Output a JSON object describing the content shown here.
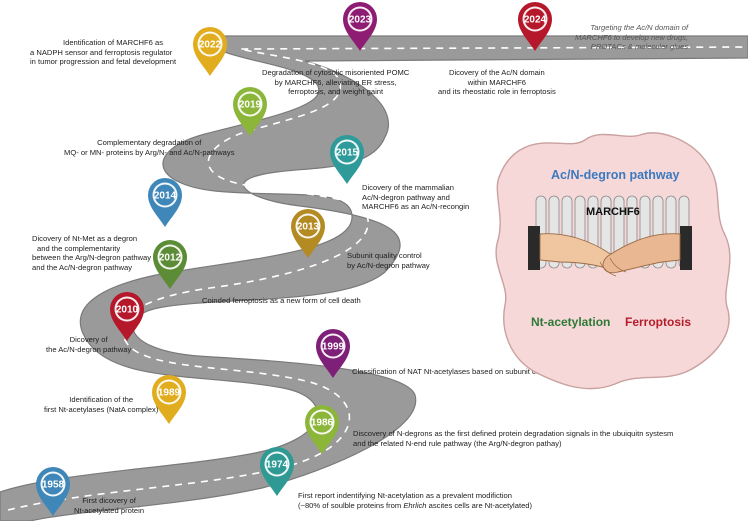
{
  "future_note": [
    "Targeting the Ac/N domain of",
    "MARCHF6 to develop new drugs,",
    "PROTACs & moleculer glues"
  ],
  "milestones": [
    {
      "year": "2024",
      "color": "#b5172b",
      "text": [
        "Dicovery of the Ac/N domain",
        "within MARCHF6",
        "and its rheostatic role in ferroptosis"
      ]
    },
    {
      "year": "2023",
      "color": "#8e1c72",
      "text": [
        "Degradation of cytosolic misoriented POMC",
        "by MARCHF6, alleviating ER stress,",
        "ferroptosis, and weight gaint"
      ]
    },
    {
      "year": "2022",
      "color": "#e1ac1d",
      "text": [
        "Identification of MARCHF6 as",
        "a NADPH sensor and ferroptosis regulator",
        "in tumor progression and fetal development"
      ]
    },
    {
      "year": "2019",
      "color": "#8bb63a",
      "text": [
        "Complementary degradation of",
        "MQ- or MN- proteins by Arg/N- and Ac/N-pathways"
      ]
    },
    {
      "year": "2015",
      "color": "#2f9a9a",
      "text": [
        "Dicovery of the mammalian",
        "Ac/N-degron pathway and",
        "MARCHF6 as an Ac/N-recongin"
      ]
    },
    {
      "year": "2014",
      "color": "#3f87b8",
      "text": [
        "Dicovery of Nt-Met as a degron",
        "and the complementarity",
        "between the Arg/N-degron pathway",
        "and the Ac/N-degron pathway"
      ]
    },
    {
      "year": "2013",
      "color": "#b48a22",
      "text": [
        "Subunit quality control",
        "by Ac/N-degron pathway"
      ]
    },
    {
      "year": "2012",
      "color": "#5c8c35",
      "text": [
        "Coinded ferroptosis as a new form of cell death"
      ]
    },
    {
      "year": "2010",
      "color": "#b5172b",
      "text": [
        "Dicovery of",
        "the Ac/N-degron pathway"
      ]
    },
    {
      "year": "1999",
      "color": "#7e1f78",
      "text": [
        "Classification of NAT Nt-acetylases based on subunit composition and substrate specificity"
      ]
    },
    {
      "year": "1989",
      "color": "#e1ac1d",
      "text": [
        "Identification of the",
        "first Nt-acetylases (NatA complex)"
      ]
    },
    {
      "year": "1986",
      "color": "#8bb63a",
      "text": [
        "Discovery of N-degrons as the first defined protein degradation signals in the ubuiquitn systesm",
        "and the related N-end rule pathway (the Arg/N-degron pathay)"
      ]
    },
    {
      "year": "1974",
      "color": "#2f9a94",
      "text_plain_1": "First report indentifying Nt-acetylation as a prevalent modifiction",
      "text_pre": "(~80% of soulble proteins from ",
      "text_em": "Ehrlich",
      "text_post": " ascites cells are Nt-acetylated)"
    },
    {
      "year": "1958",
      "color": "#3f87b8",
      "text": [
        "First dicovery of",
        "Nt-acetylated protein"
      ]
    }
  ],
  "inset": {
    "title": "Ac/N-degron pathway",
    "protein": "MARCHF6",
    "left_label": "Nt-acetylation",
    "right_label": "Ferroptosis",
    "colors": {
      "title": "#3b79c0",
      "left": "#2f7a38",
      "right": "#b51d2b",
      "blob": "#f6d8d8",
      "blob_edge": "#caa0a0"
    }
  },
  "road": {
    "color": "#9a9a9a",
    "dash_color": "#ffffff"
  }
}
